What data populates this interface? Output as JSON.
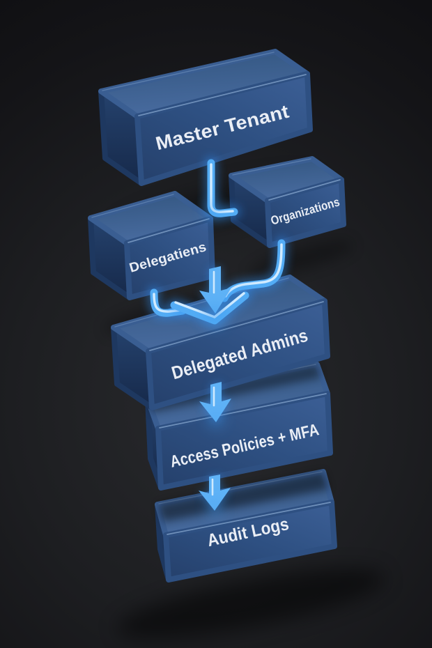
{
  "meta": {
    "description": "3D isometric flow diagram of tenant administration hierarchy on dark background"
  },
  "colors": {
    "background": "#1d1e21",
    "box_front": "#2e5082",
    "box_top": "#3d6197",
    "box_side": "#203a61",
    "label_text": "#eaeef5",
    "glow_primary": "#53acf5",
    "glow_core": "#d8eeff"
  },
  "diagram": {
    "nodes": [
      {
        "id": "master-tenant",
        "label": "Master Tenant"
      },
      {
        "id": "delegations",
        "label": "Delegatiens"
      },
      {
        "id": "organizations",
        "label": "Organizations"
      },
      {
        "id": "delegated-admins",
        "label": "Delegated Admins"
      },
      {
        "id": "access-policies-mfa",
        "label": "Access Policies + MFA"
      },
      {
        "id": "audit-logs",
        "label": "Audit Logs"
      }
    ],
    "edges": [
      {
        "from": "master-tenant",
        "to": "organizations"
      },
      {
        "from": "organizations",
        "to": "delegated-admins"
      },
      {
        "from": "delegations",
        "to": "delegated-admins"
      },
      {
        "from": "delegated-admins",
        "to": "access-policies-mfa"
      },
      {
        "from": "access-policies-mfa",
        "to": "audit-logs"
      }
    ]
  }
}
